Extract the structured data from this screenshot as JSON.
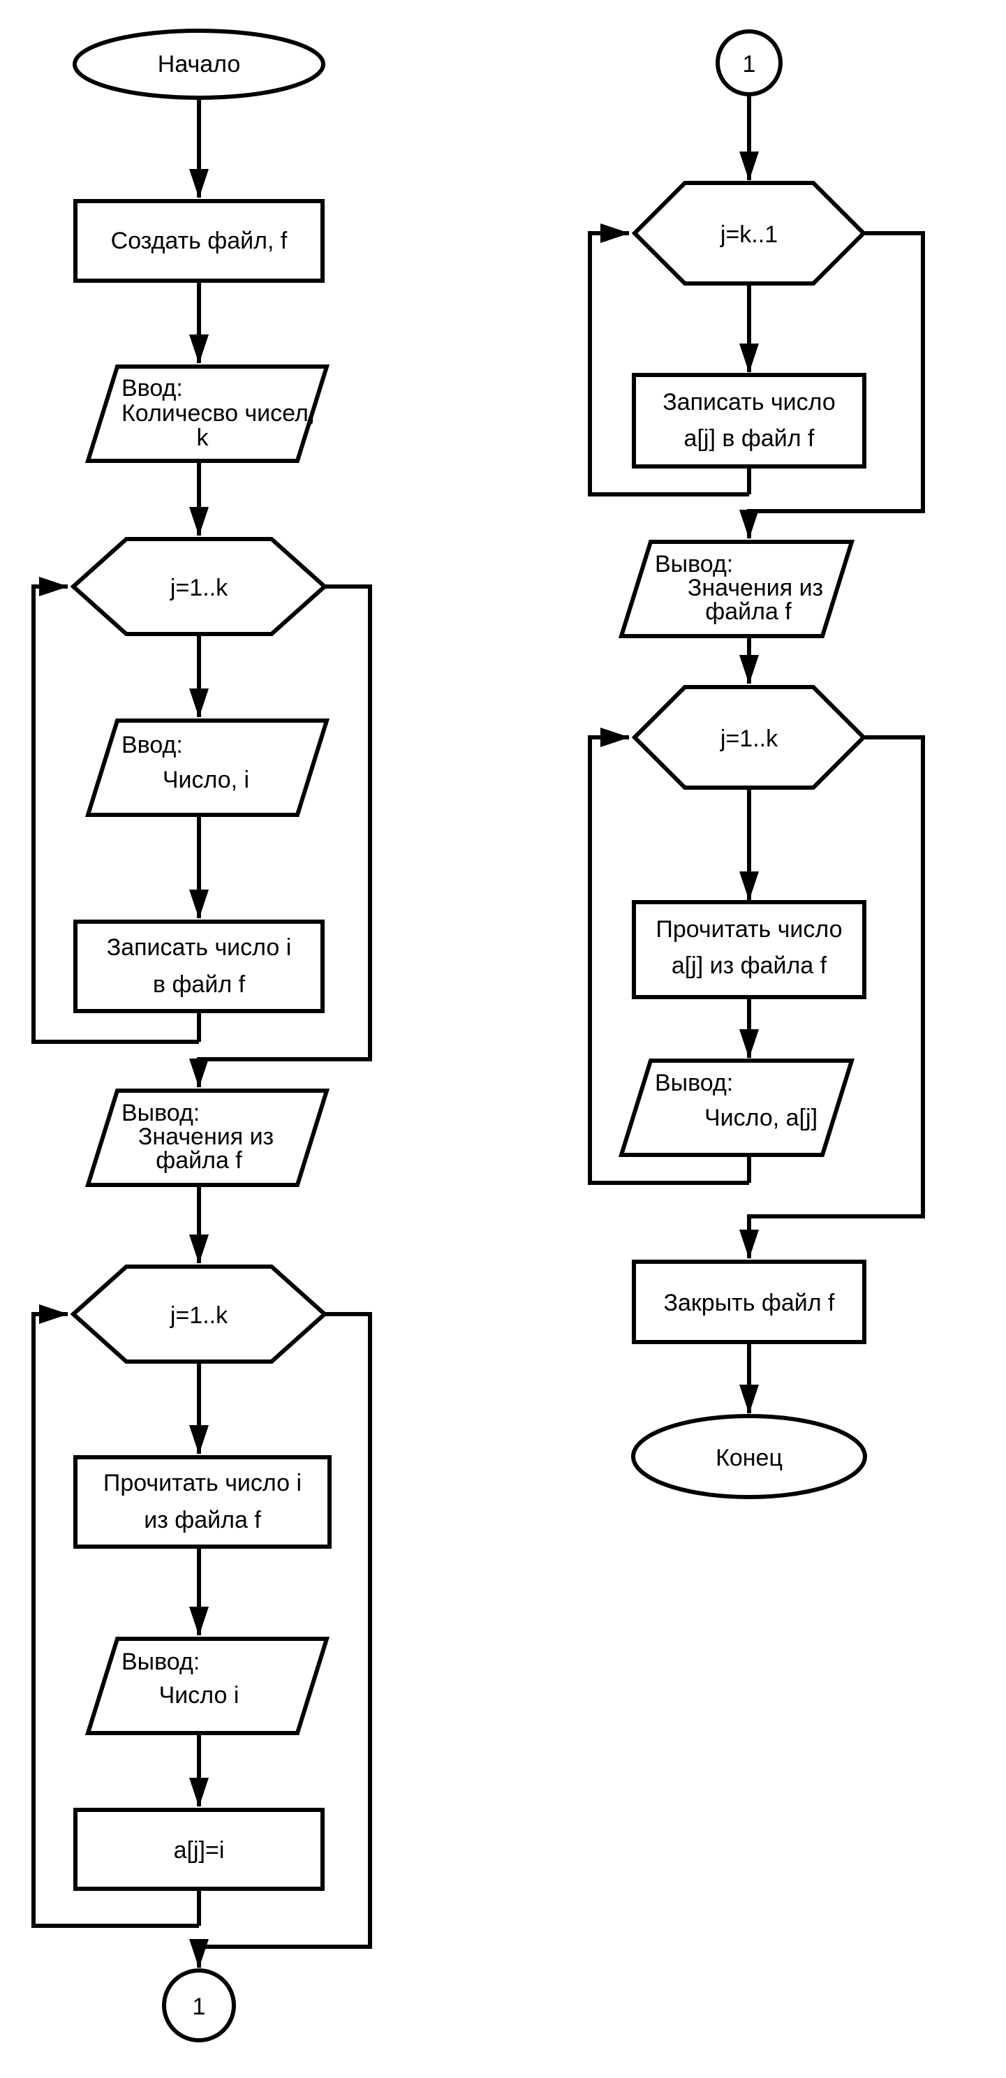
{
  "diagram": {
    "kind": "flowchart",
    "language": "ru",
    "colors": {
      "stroke": "#000000",
      "fill": "#ffffff",
      "background": "#ffffff"
    },
    "left": {
      "start": {
        "shape": "terminator",
        "label": "Начало"
      },
      "create_file": {
        "shape": "process",
        "label": "Создать файл, f"
      },
      "input_count": {
        "shape": "io",
        "lines": [
          "Ввод:",
          "Количесво чисел,",
          "k"
        ]
      },
      "loop_write": {
        "shape": "loop",
        "label": "j=1..k"
      },
      "input_number": {
        "shape": "io",
        "lines": [
          "Ввод:",
          "Число, i"
        ]
      },
      "write_number": {
        "shape": "process",
        "lines": [
          "Записать число i",
          "в файл f"
        ]
      },
      "output_values": {
        "shape": "io",
        "lines": [
          "Вывод:",
          "Значения из",
          "файла f"
        ]
      },
      "loop_read": {
        "shape": "loop",
        "label": "j=1..k"
      },
      "read_number": {
        "shape": "process",
        "lines": [
          "Прочитать число i",
          "из файла f"
        ]
      },
      "output_number": {
        "shape": "io",
        "lines": [
          "Вывод:",
          "Число i"
        ]
      },
      "assign": {
        "shape": "process",
        "label": "a[j]=i"
      },
      "connector": {
        "shape": "connector",
        "label": "1"
      }
    },
    "right": {
      "connector": {
        "shape": "connector",
        "label": "1"
      },
      "loop_write_back": {
        "shape": "loop",
        "label": "j=k..1"
      },
      "write_number": {
        "shape": "process",
        "lines": [
          "Записать число",
          "a[j] в файл f"
        ]
      },
      "output_values": {
        "shape": "io",
        "lines": [
          "Вывод:",
          "Значения из",
          "файла f"
        ]
      },
      "loop_read": {
        "shape": "loop",
        "label": "j=1..k"
      },
      "read_number": {
        "shape": "process",
        "lines": [
          "Прочитать число",
          "a[j] из файла f"
        ]
      },
      "output_number": {
        "shape": "io",
        "lines": [
          "Вывод:",
          "Число, a[j]"
        ]
      },
      "close_file": {
        "shape": "process",
        "label": "Закрыть файл f"
      },
      "end": {
        "shape": "terminator",
        "label": "Конец"
      }
    }
  }
}
